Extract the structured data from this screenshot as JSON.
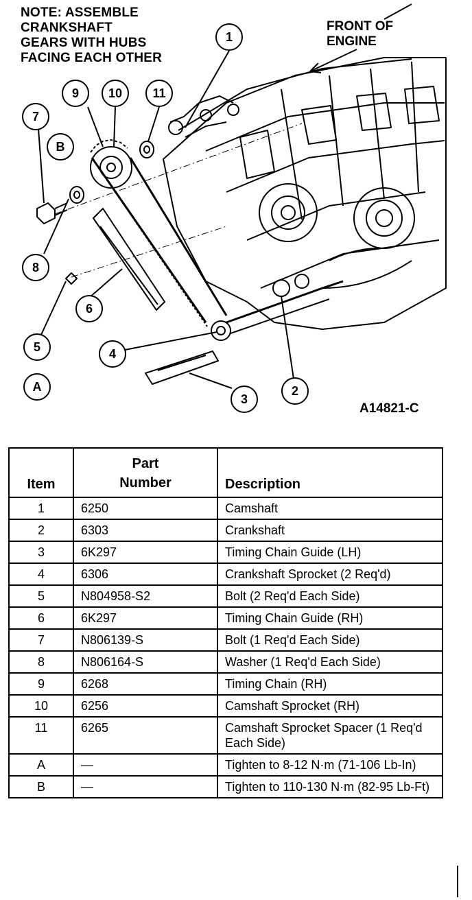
{
  "diagram": {
    "note_lines": [
      "NOTE: ASSEMBLE",
      "CRANKSHAFT",
      "GEARS WITH HUBS",
      "FACING EACH OTHER"
    ],
    "front_label_lines": [
      "FRONT OF",
      "ENGINE"
    ],
    "figure_id": "A14821-C",
    "callouts": [
      "1",
      "2",
      "3",
      "4",
      "5",
      "6",
      "7",
      "8",
      "9",
      "10",
      "11",
      "A",
      "B"
    ]
  },
  "table": {
    "headers": {
      "item": "Item",
      "part_number_line1": "Part",
      "part_number_line2": "Number",
      "description": "Description"
    },
    "rows": [
      {
        "item": "1",
        "part": "6250",
        "desc": "Camshaft"
      },
      {
        "item": "2",
        "part": "6303",
        "desc": "Crankshaft"
      },
      {
        "item": "3",
        "part": "6K297",
        "desc": "Timing Chain Guide (LH)"
      },
      {
        "item": "4",
        "part": "6306",
        "desc": "Crankshaft Sprocket (2 Req'd)"
      },
      {
        "item": "5",
        "part": "N804958-S2",
        "desc": "Bolt (2 Req'd Each Side)"
      },
      {
        "item": "6",
        "part": "6K297",
        "desc": "Timing Chain Guide (RH)"
      },
      {
        "item": "7",
        "part": "N806139-S",
        "desc": "Bolt (1 Req'd Each Side)"
      },
      {
        "item": "8",
        "part": "N806164-S",
        "desc": "Washer (1 Req'd Each Side)"
      },
      {
        "item": "9",
        "part": "6268",
        "desc": "Timing Chain (RH)"
      },
      {
        "item": "10",
        "part": "6256",
        "desc": "Camshaft Sprocket (RH)"
      },
      {
        "item": "11",
        "part": "6265",
        "desc": "Camshaft Sprocket Spacer (1 Req'd Each Side)"
      },
      {
        "item": "A",
        "part": "—",
        "desc": "Tighten to 8-12 N·m (71-106 Lb-In)"
      },
      {
        "item": "B",
        "part": "—",
        "desc": "Tighten to 110-130 N·m (82-95 Lb-Ft)"
      }
    ]
  }
}
